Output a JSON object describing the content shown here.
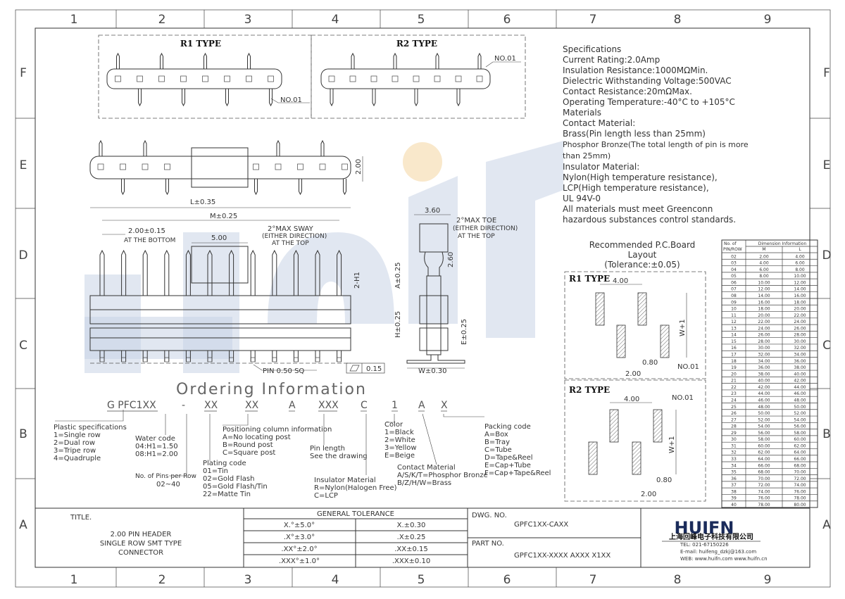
{
  "grid": {
    "columns": [
      "1",
      "2",
      "3",
      "4",
      "5",
      "6",
      "7",
      "8",
      "9"
    ],
    "rows": [
      "F",
      "E",
      "D",
      "C",
      "B",
      "A"
    ]
  },
  "views": {
    "r1_type": "R1 TYPE",
    "r2_type": "R2 TYPE",
    "no01": "NO.01"
  },
  "dimensions": {
    "height_200": "2.00",
    "l": "L±0.35",
    "m": "M±0.25",
    "pitch": "2.00±0.15",
    "at_bottom": "AT THE BOTTOM",
    "sway": "2°MAX SWAY",
    "either_dir": "(EITHER DIRECTION)",
    "at_top": "AT THE TOP",
    "d500": "5.00",
    "two_h1": "2-H1",
    "pin_sq": "PIN 0.50 SQ",
    "flat": "0.15",
    "d360": "3.60",
    "toe": "2°MAX TOE",
    "d260": "2.60",
    "a": "A±0.25",
    "h": "H±0.25",
    "e": "E±0.25",
    "w": "W±0.30"
  },
  "specifications": [
    "Specifications",
    "Current Rating:2.0Amp",
    "Insulation Resistance:1000MΩMin.",
    "Dielectric Withstanding Voltage:500VAC",
    "Contact Resistance:20mΩMax.",
    "Operating Temperature:-40°C to +105°C",
    "Materials",
    "Contact Material:",
    "Brass(Pin length less than 25mm)",
    "Phosphor Bronze(The total length of pin is more",
    "than 25mm)",
    "Insulator Material:",
    "Nylon(High temperature resistance),",
    "LCP(High temperature resistance),",
    "UL 94V-0",
    "All materials must meet Greenconn",
    "hazardous substances control standards."
  ],
  "pcb_layout": {
    "title_1": "Recommended P.C.Board",
    "title_2": "Layout",
    "title_3": "(Tolerance:±0.05)",
    "d400": "4.00",
    "w1": "W+1",
    "d080": "0.80",
    "d200": "2.00"
  },
  "dim_table": {
    "h1": "No. of",
    "h2": "Dimension  Information",
    "h3": "PIN/ROW",
    "h4": "M",
    "h5": "L",
    "rows": [
      [
        "02",
        "2.00",
        "4.00"
      ],
      [
        "03",
        "4.00",
        "6.00"
      ],
      [
        "04",
        "6.00",
        "8.00"
      ],
      [
        "05",
        "8.00",
        "10.00"
      ],
      [
        "06",
        "10.00",
        "12.00"
      ],
      [
        "07",
        "12.00",
        "14.00"
      ],
      [
        "08",
        "14.00",
        "16.00"
      ],
      [
        "09",
        "16.00",
        "18.00"
      ],
      [
        "10",
        "18.00",
        "20.00"
      ],
      [
        "11",
        "20.00",
        "22.00"
      ],
      [
        "12",
        "22.00",
        "24.00"
      ],
      [
        "13",
        "24.00",
        "26.00"
      ],
      [
        "14",
        "26.00",
        "28.00"
      ],
      [
        "15",
        "28.00",
        "30.00"
      ],
      [
        "16",
        "30.00",
        "32.00"
      ],
      [
        "17",
        "32.00",
        "34.00"
      ],
      [
        "18",
        "34.00",
        "36.00"
      ],
      [
        "19",
        "36.00",
        "38.00"
      ],
      [
        "20",
        "38.00",
        "40.00"
      ],
      [
        "21",
        "40.00",
        "42.00"
      ],
      [
        "22",
        "42.00",
        "44.00"
      ],
      [
        "23",
        "44.00",
        "46.00"
      ],
      [
        "24",
        "46.00",
        "48.00"
      ],
      [
        "25",
        "48.00",
        "50.00"
      ],
      [
        "26",
        "50.00",
        "52.00"
      ],
      [
        "27",
        "52.00",
        "54.00"
      ],
      [
        "28",
        "54.00",
        "56.00"
      ],
      [
        "29",
        "56.00",
        "58.00"
      ],
      [
        "30",
        "58.00",
        "60.00"
      ],
      [
        "31",
        "60.00",
        "62.00"
      ],
      [
        "32",
        "62.00",
        "64.00"
      ],
      [
        "33",
        "64.00",
        "66.00"
      ],
      [
        "34",
        "66.00",
        "68.00"
      ],
      [
        "35",
        "68.00",
        "70.00"
      ],
      [
        "36",
        "70.00",
        "72.00"
      ],
      [
        "37",
        "72.00",
        "74.00"
      ],
      [
        "38",
        "74.00",
        "76.00"
      ],
      [
        "39",
        "76.00",
        "78.00"
      ],
      [
        "40",
        "78.00",
        "80.00"
      ]
    ]
  },
  "ordering": {
    "title": "Ordering Information",
    "code": [
      "G PFC1XX",
      "-",
      "XX",
      "XX",
      "A",
      "XXX",
      "C",
      "1",
      "A",
      "X"
    ],
    "plastic": [
      "Plastic specifications",
      "1=Single row",
      "2=Dual row",
      "3=Tripe row",
      "4=Quadruple"
    ],
    "water": [
      "Water code",
      "04:H1=1.50",
      "08:H1=2.00"
    ],
    "pins": [
      "No. of Pins per Row",
      "02~40"
    ],
    "plating": [
      "Plating code",
      "01=Tin",
      "02=Gold Flash",
      "05=Gold Flash/Tin",
      "22=Matte Tin"
    ],
    "positioning": [
      "Positioning column information",
      "A=No locating post",
      "B=Round post",
      "C=Square post"
    ],
    "pin_length": [
      "Pin length",
      "See the drawing"
    ],
    "insulator": [
      "Insulator Material",
      "R=Nylon(Halogen Free)",
      "C=LCP"
    ],
    "color": [
      "Color",
      "1=Black",
      "2=White",
      "3=Yellow",
      "E=Beige"
    ],
    "contact": [
      "Contact Material",
      "A/S/K/T=Phosphor Bronze",
      "B/Z/H/W=Brass"
    ],
    "packing": [
      "Packing code",
      "A=Box",
      "B=Tray",
      "C=Tube",
      "D=Tape&Reel",
      "E=Cap+Tube",
      "F=Cap+Tape&Reel"
    ]
  },
  "title_block": {
    "title_label": "TITLE.",
    "title_lines": [
      "2.00 PIN HEADER",
      "SINGLE ROW SMT TYPE",
      "CONNECTOR"
    ],
    "gen_tol": "GENERAL TOLERANCE",
    "tol_rows": [
      [
        "X.°±5.0°",
        "X.±0.30"
      ],
      [
        ".X°±3.0°",
        ".X±0.25"
      ],
      [
        ".XX°±2.0°",
        ".XX±0.15"
      ],
      [
        ".XXX°±1.0°",
        ".XXX±0.10"
      ]
    ],
    "dwg_label": "DWG. NO.",
    "dwg_no": "GPFC1XX-CAXX",
    "part_label": "PART NO.",
    "part_no": "GPFC1XX-XXXX AXXX X1XX",
    "logo": "HUIFN",
    "company": "上海回峰电子科技有限公司",
    "tel": "TEL: 021-67150226",
    "email": "E-mail: huifeng_dzkj@163.com",
    "web": "WEB: www.huifn.com  www.huifn.cn"
  },
  "watermark": "HUIFN"
}
